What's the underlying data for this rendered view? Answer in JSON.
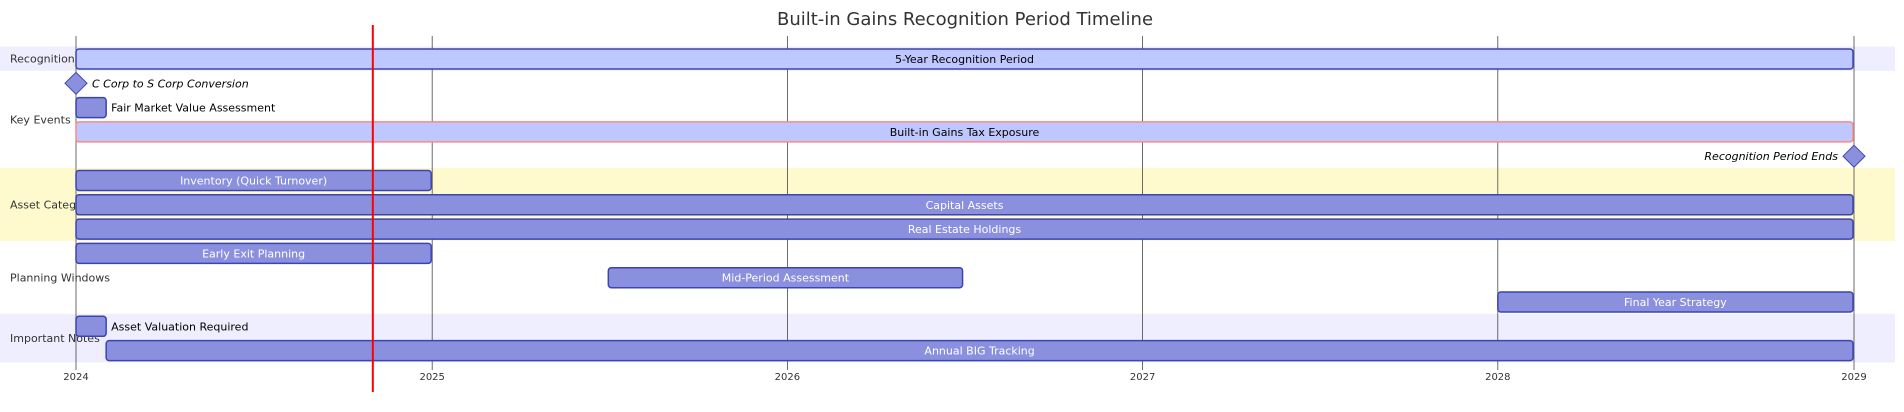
{
  "chart_data": {
    "type": "gantt",
    "title": "Built-in Gains Recognition Period Timeline",
    "x_axis": {
      "range": [
        "2024-01-01",
        "2029-01-01"
      ],
      "ticks": [
        "2024",
        "2025",
        "2026",
        "2027",
        "2028",
        "2029"
      ]
    },
    "today_marker": "2024-11-01",
    "colors": {
      "section_band_a": "#eeeeff",
      "section_band_b": "#fffacd",
      "task_fill": "#8a90dd",
      "task_stroke": "#3b44b0",
      "active_fill": "#bfc7ff",
      "critical_stroke": "#ff8888",
      "today_line": "#ff0000",
      "grid": "#333333"
    },
    "sections": [
      {
        "name": "Recognition Period",
        "band": "a",
        "tasks": [
          {
            "name": "5-Year Recognition Period",
            "start": "2024-01-01",
            "end": "2028-12-31",
            "style": "active"
          }
        ]
      },
      {
        "name": "Key Events",
        "band": "none",
        "tasks": [
          {
            "name": "C Corp to S Corp Conversion",
            "start": "2024-01-01",
            "end": "2024-01-01",
            "style": "milestone"
          },
          {
            "name": "Fair Market Value Assessment",
            "start": "2024-01-01",
            "end": "2024-02-01",
            "style": "normal"
          },
          {
            "name": "Built-in Gains Tax Exposure",
            "start": "2024-01-01",
            "end": "2028-12-31",
            "style": "active-critical"
          },
          {
            "name": "Recognition Period Ends",
            "start": "2029-01-01",
            "end": "2029-01-01",
            "style": "milestone"
          }
        ]
      },
      {
        "name": "Asset Categories",
        "band": "b",
        "tasks": [
          {
            "name": "Inventory (Quick Turnover)",
            "start": "2024-01-01",
            "end": "2024-12-31",
            "style": "normal"
          },
          {
            "name": "Capital Assets",
            "start": "2024-01-01",
            "end": "2028-12-31",
            "style": "normal"
          },
          {
            "name": "Real Estate Holdings",
            "start": "2024-01-01",
            "end": "2028-12-31",
            "style": "normal"
          }
        ]
      },
      {
        "name": "Planning Windows",
        "band": "none",
        "tasks": [
          {
            "name": "Early Exit Planning",
            "start": "2024-01-01",
            "end": "2024-12-31",
            "style": "normal"
          },
          {
            "name": "Mid-Period Assessment",
            "start": "2025-07-01",
            "end": "2026-06-30",
            "style": "normal"
          },
          {
            "name": "Final Year Strategy",
            "start": "2028-01-01",
            "end": "2028-12-31",
            "style": "normal"
          }
        ]
      },
      {
        "name": "Important Notes",
        "band": "a",
        "tasks": [
          {
            "name": "Asset Valuation Required",
            "start": "2024-01-01",
            "end": "2024-02-01",
            "style": "normal"
          },
          {
            "name": "Annual BIG Tracking",
            "start": "2024-02-01",
            "end": "2028-12-31",
            "style": "normal"
          }
        ]
      }
    ]
  }
}
